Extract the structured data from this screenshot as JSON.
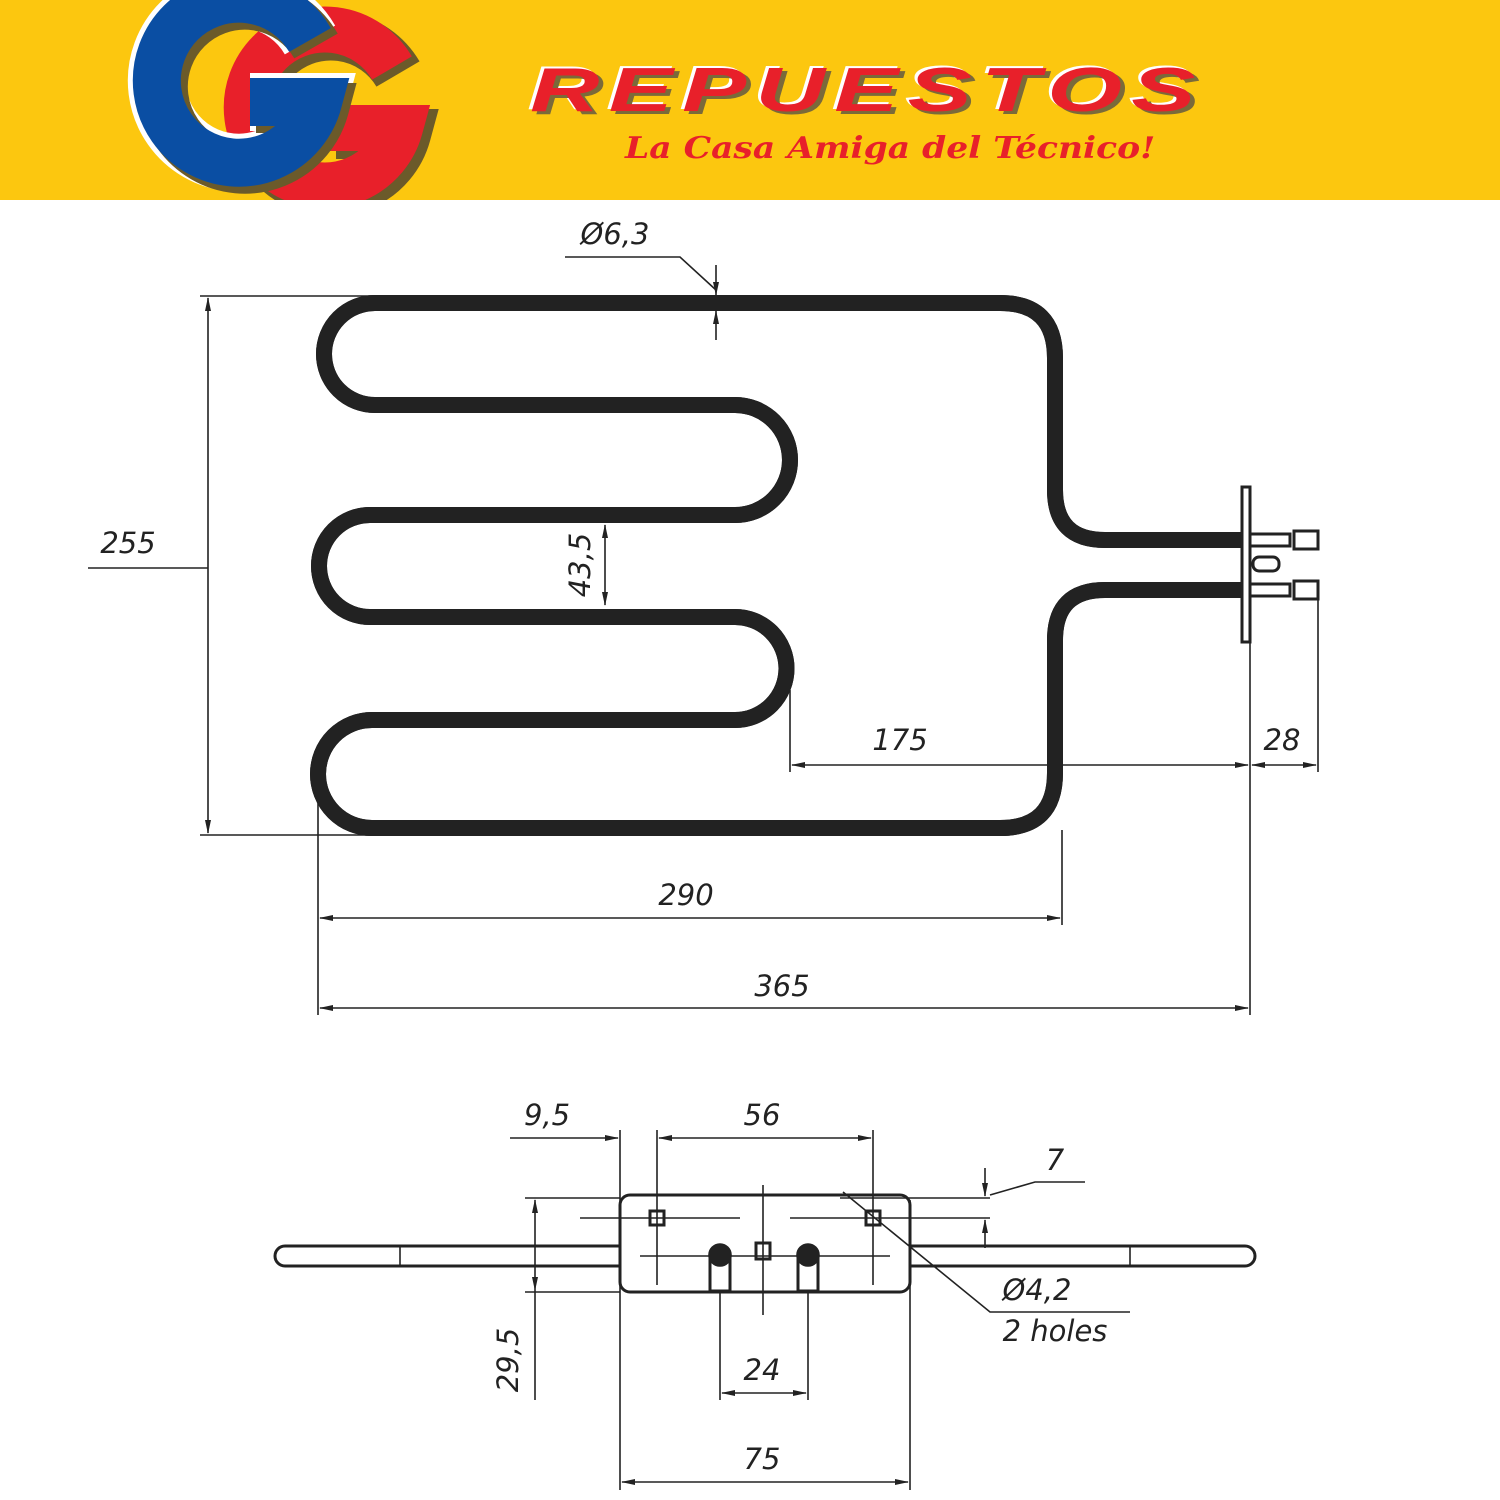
{
  "banner": {
    "logo_letters": "GG",
    "brand": "REPUESTOS",
    "tagline": "La Casa Amiga del Técnico!",
    "colors": {
      "background": "#fcc70f",
      "red": "#e8202a",
      "blue": "#0a4ea3"
    }
  },
  "drawing": {
    "top_view": {
      "tube_diameter": "Ø6,3",
      "height": "255",
      "pitch": "43,5",
      "offset": "175",
      "terminal_length": "28",
      "width_inner": "290",
      "width_total": "365"
    },
    "bottom_view": {
      "hole_edge": "9,5",
      "hole_spacing": "56",
      "hole_offset": "7",
      "hole_diameter": "Ø4,2",
      "hole_count": "2 holes",
      "plate_height": "29,5",
      "terminal_spacing": "24",
      "plate_width": "75"
    }
  }
}
